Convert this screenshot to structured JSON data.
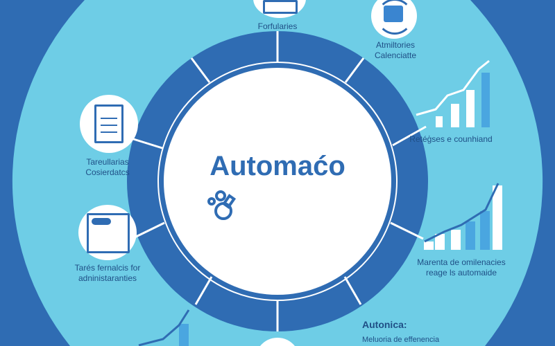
{
  "center": {
    "title": "Automaćo"
  },
  "items": [
    {
      "label": "Forfularies"
    },
    {
      "label": "Atmiltories\nCalenciatte"
    },
    {
      "label": "Retéģses e counhiand"
    },
    {
      "label": "Tareullarias\nCosierdatcs"
    },
    {
      "label": "Tarés fernalcis for\nadninistaranties"
    },
    {
      "label": "Marenta de omilenacies\nreage ls automaide"
    }
  ],
  "callout": {
    "heading": "Autonica:",
    "text": "Meluoria de effenencia"
  },
  "colors": {
    "dark": "#2f6cb3",
    "light": "#6ecde6",
    "white": "#ffffff",
    "bar": "#4aa6e0"
  }
}
